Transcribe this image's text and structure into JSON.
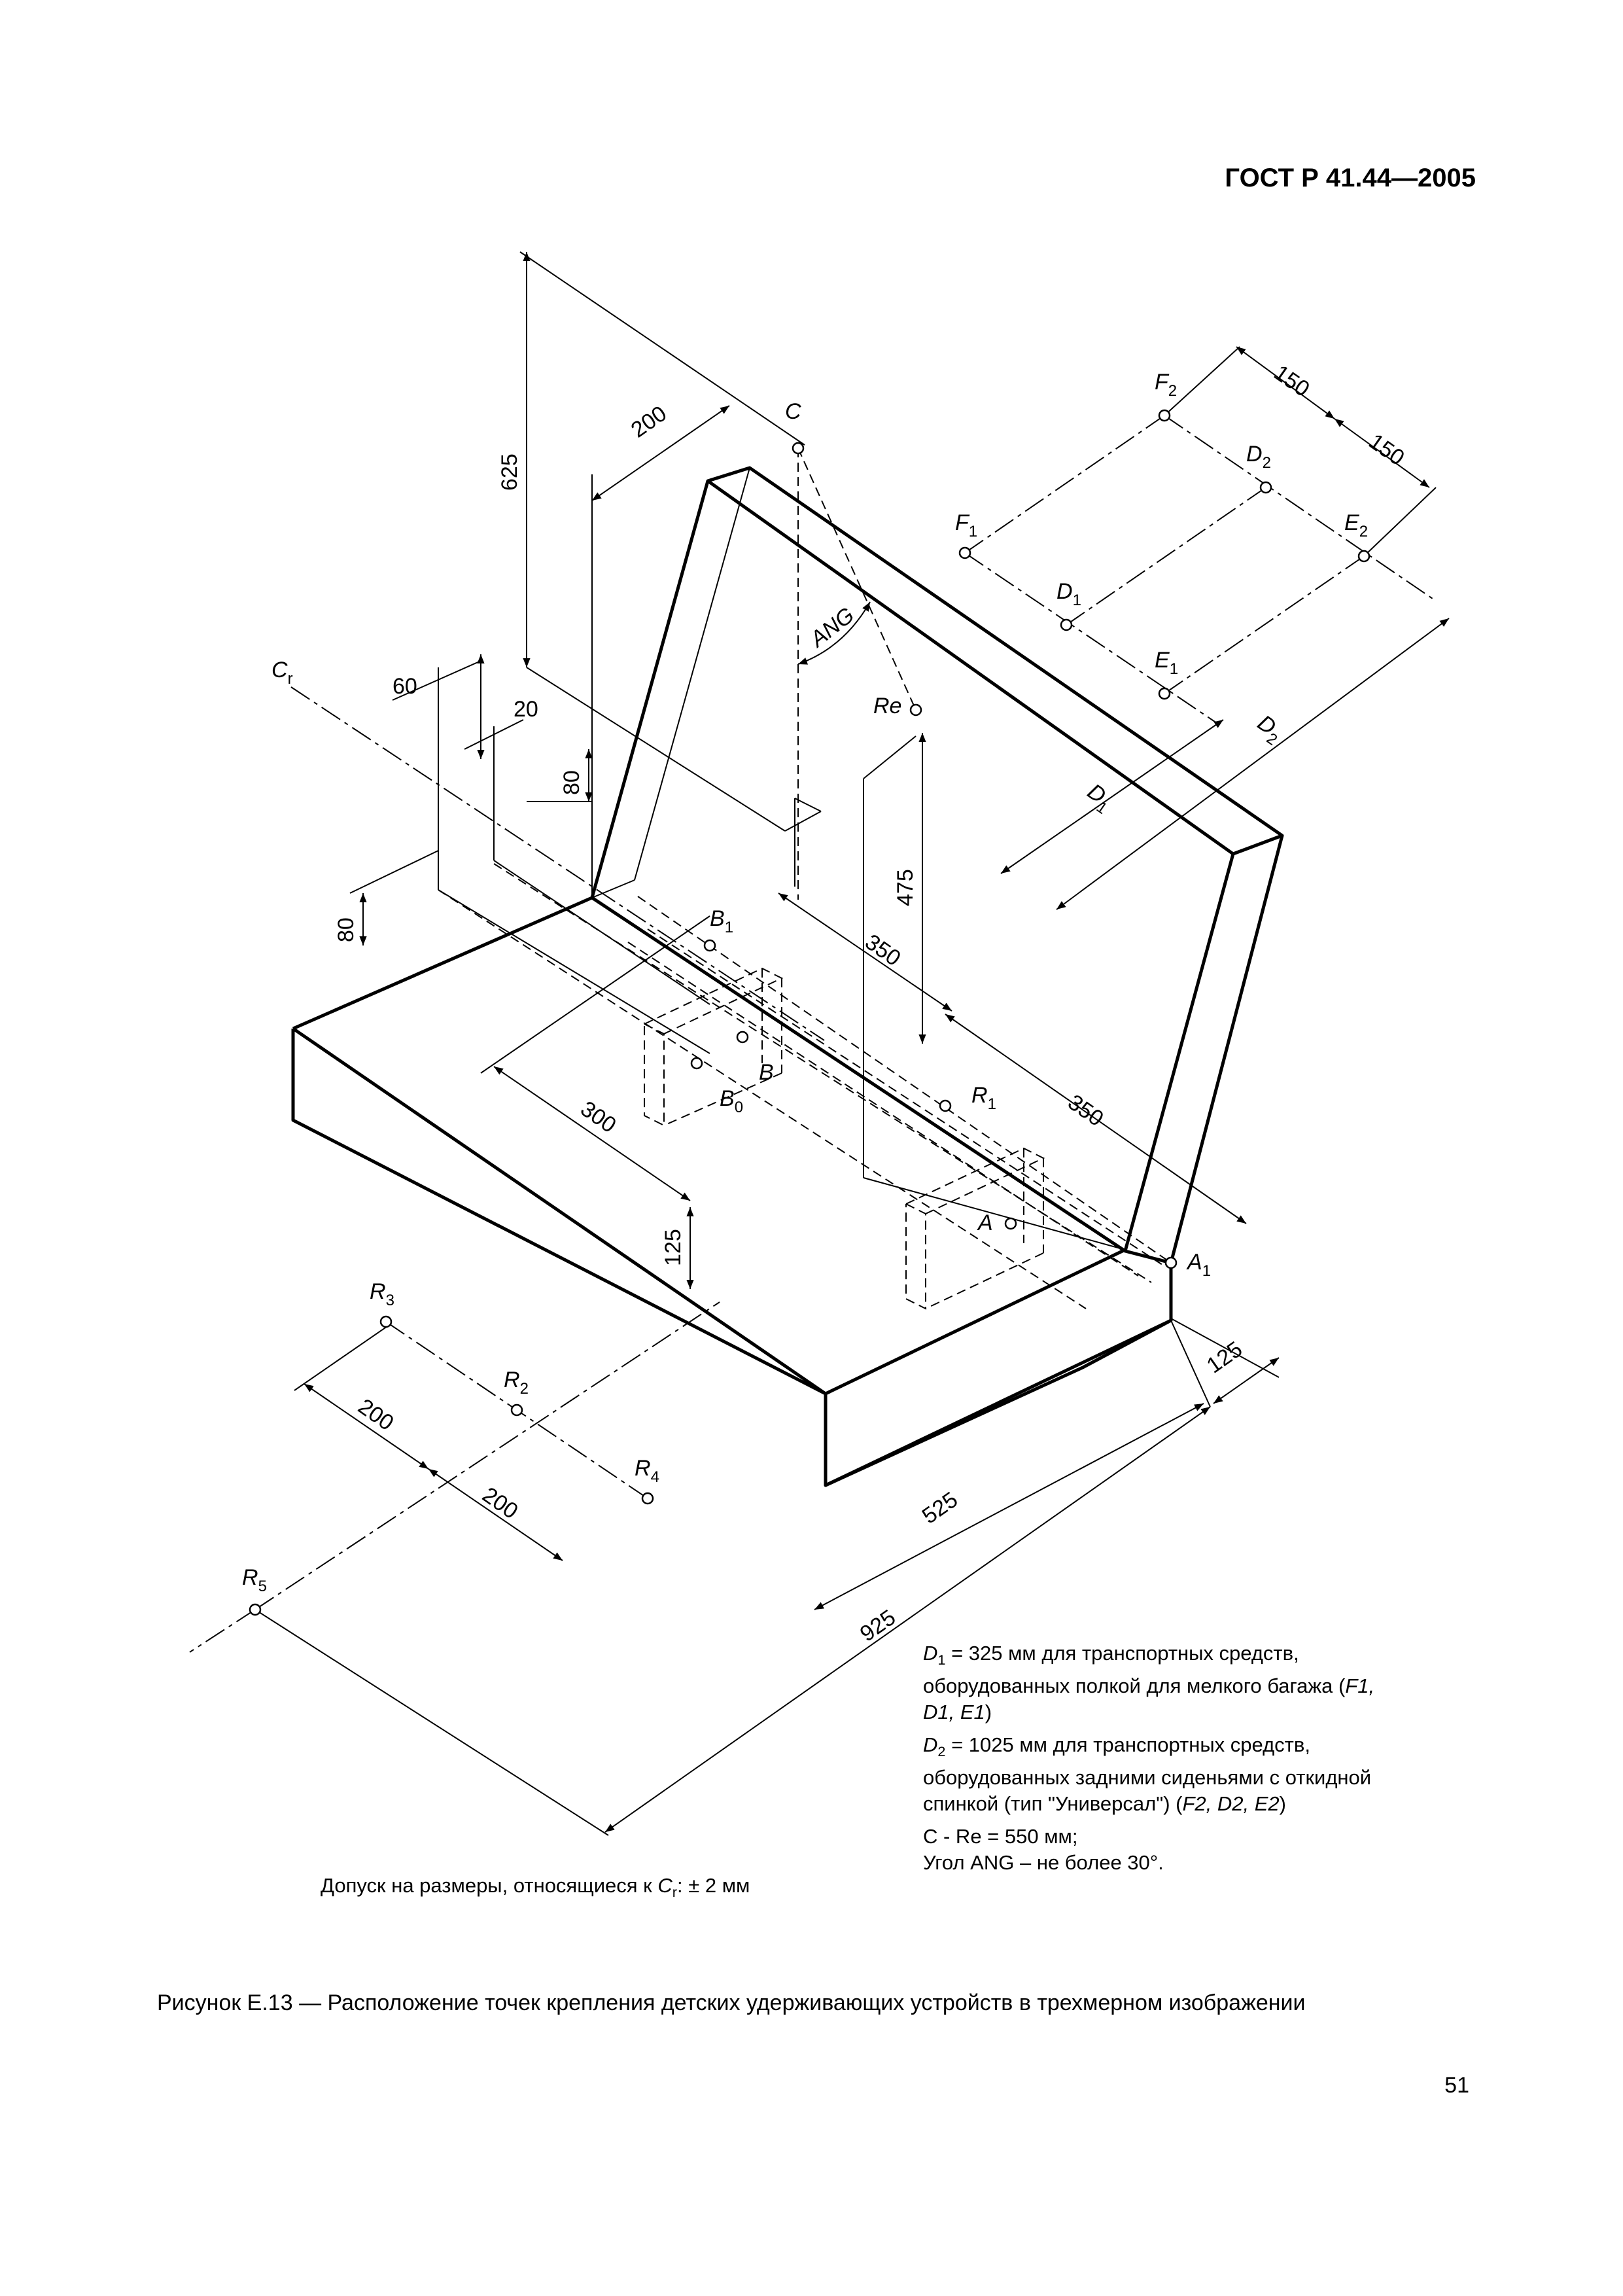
{
  "header": {
    "standard_code": "ГОСТ Р 41.44—2005"
  },
  "drawing": {
    "point_labels": {
      "C": "C",
      "Cr": "C",
      "Cr_sub": "r",
      "Re": "Re",
      "ANG": "ANG",
      "F1": "F",
      "F1_sub": "1",
      "F2": "F",
      "F2_sub": "2",
      "D1pt": "D",
      "D1pt_sub": "1",
      "D2pt": "D",
      "D2pt_sub": "2",
      "E1": "E",
      "E1_sub": "1",
      "E2": "E",
      "E2_sub": "2",
      "D1line": "D",
      "D1line_sub": "1",
      "D2line": "D",
      "D2line_sub": "2",
      "B": "B",
      "B0": "B",
      "B0_sub": "0",
      "B1": "B",
      "B1_sub": "1",
      "A": "A",
      "A1": "A",
      "A1_sub": "1",
      "R1": "R",
      "R1_sub": "1",
      "R2": "R",
      "R2_sub": "2",
      "R3": "R",
      "R3_sub": "3",
      "R4": "R",
      "R4_sub": "4",
      "R5": "R",
      "R5_sub": "5"
    },
    "dimensions": {
      "d625": "625",
      "d200_top": "200",
      "d150_a": "150",
      "d150_b": "150",
      "d60": "60",
      "d20": "20",
      "d80_a": "80",
      "d80_b": "80",
      "d475": "475",
      "d350_a": "350",
      "d350_b": "350",
      "d300": "300",
      "d125_a": "125",
      "d125_b": "125",
      "d200_a": "200",
      "d200_b": "200",
      "d525": "525",
      "d925": "925"
    }
  },
  "notes": {
    "left": {
      "text": "Допуск на размеры, относящиеся к ",
      "var": "C",
      "var_sub": "r",
      "tail": ": ± 2 мм"
    },
    "right": {
      "d1_var": "D",
      "d1_sub": "1",
      "d1_text": " = 325 мм для транспортных средств, оборудованных полкой для мелкого багажа (",
      "d1_points": "F1, D1, E1",
      "d1_close": ")",
      "d2_var": "D",
      "d2_sub": "2",
      "d2_text": " = 1025 мм для транспортных средств, оборудованных задними сиденьями с откидной спинкой (тип \"Универсал\") (",
      "d2_points": "F2, D2, E2",
      "d2_close": ")",
      "cre_text": "C - Re = 550 мм;",
      "ang_text": "Угол ANG – не более 30°."
    }
  },
  "caption": "Рисунок Е.13 — Расположение точек крепления детских удерживающих устройств в трехмерном изображении",
  "page_number": "51"
}
